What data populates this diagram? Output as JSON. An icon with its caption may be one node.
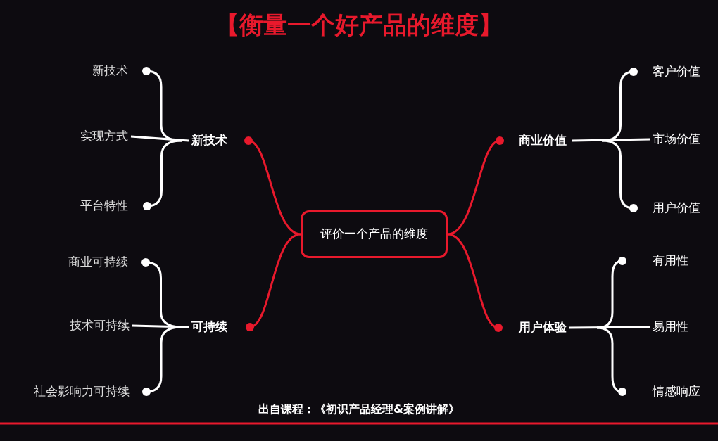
{
  "diagram": {
    "title": "【衡量一个好产品的维度】",
    "caption": "出自课程：《初识产品经理&案例讲解》",
    "nodes": [
      {
        "text": [
          "评价一个产品的维度"
        ]
      },
      {
        "text": [
          "新技术"
        ]
      },
      {
        "text": [
          "可持续"
        ]
      },
      {
        "text": [
          "商业价值"
        ]
      },
      {
        "text": [
          "用户体验"
        ]
      },
      {
        "text": [
          "新技术"
        ]
      },
      {
        "text": [
          "实现方式"
        ]
      },
      {
        "text": [
          "平台特性"
        ]
      },
      {
        "text": [
          "商业可持续"
        ]
      },
      {
        "text": [
          "技术可持续"
        ]
      },
      {
        "text": [
          "社会影响力可持续"
        ]
      },
      {
        "text": [
          "客户价值"
        ]
      },
      {
        "text": [
          "市场价值"
        ]
      },
      {
        "text": [
          "用户价值"
        ]
      },
      {
        "text": [
          "有用性"
        ]
      },
      {
        "text": [
          "易用性"
        ]
      },
      {
        "text": [
          "情感响应"
        ]
      }
    ],
    "edges": [
      {
        "from": 0,
        "to": 1,
        "arrow": "other",
        "color": "#e8192c"
      },
      {
        "from": 0,
        "to": 2,
        "arrow": "other",
        "color": "#e8192c"
      },
      {
        "from": 0,
        "to": 3,
        "arrow": "other",
        "color": "#e8192c"
      },
      {
        "from": 0,
        "to": 4,
        "arrow": "other",
        "color": "#e8192c"
      },
      {
        "from": 1,
        "to": 5,
        "arrow": "other"
      },
      {
        "from": 1,
        "to": 6,
        "arrow": "none"
      },
      {
        "from": 1,
        "to": 7,
        "arrow": "other"
      },
      {
        "from": 2,
        "to": 8,
        "arrow": "other"
      },
      {
        "from": 2,
        "to": 9,
        "arrow": "none"
      },
      {
        "from": 2,
        "to": 10,
        "arrow": "other"
      },
      {
        "from": 3,
        "to": 11,
        "arrow": "other"
      },
      {
        "from": 3,
        "to": 12,
        "arrow": "none"
      },
      {
        "from": 3,
        "to": 13,
        "arrow": "other"
      },
      {
        "from": 4,
        "to": 14,
        "arrow": "other"
      },
      {
        "from": 4,
        "to": 15,
        "arrow": "none"
      },
      {
        "from": 4,
        "to": 16,
        "arrow": "other"
      }
    ]
  }
}
